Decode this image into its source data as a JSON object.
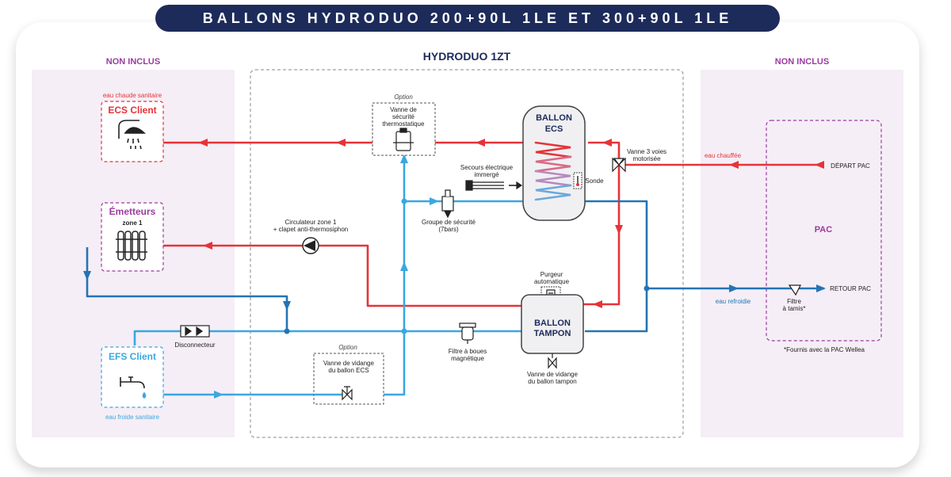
{
  "banner": "BALLONS HYDRODUO 200+90L 1LE ET 300+90L 1LE",
  "sections": {
    "left": "NON INCLUS",
    "center": "HYDRODUO 1ZT",
    "right": "NON INCLUS"
  },
  "left": {
    "ecs_caption": "eau chaude sanitaire",
    "ecs_title": "ECS Client",
    "emetteurs_title": "Émetteurs",
    "emetteurs_zone": "zone 1",
    "efs_title": "EFS Client",
    "efs_caption": "eau froide sanitaire"
  },
  "center": {
    "option1_label": "Option",
    "option1_lines": [
      "Vanne de",
      "sécurité",
      "thermostatique"
    ],
    "ballon_ecs_lines": [
      "BALLON",
      "ECS"
    ],
    "secours_lines": [
      "Secours électrique",
      "immergé"
    ],
    "sonde": "Sonde",
    "vanne3_lines": [
      "Vanne 3 voies",
      "motorisée"
    ],
    "groupe_lines": [
      "Groupe de sécurité",
      "(7bars)"
    ],
    "circulateur_lines": [
      "Circulateur zone 1",
      "+ clapet anti-thermosiphon"
    ],
    "purgeur_lines": [
      "Purgeur",
      "automatique"
    ],
    "ballon_tampon_lines": [
      "BALLON",
      "TAMPON"
    ],
    "filtre_lines": [
      "Filtre à boues",
      "magnétique"
    ],
    "vidange_tampon_lines": [
      "Vanne de vidange",
      "du ballon tampon"
    ],
    "disconnecteur": "Disconnecteur",
    "option2_label": "Option",
    "option2_lines": [
      "Vanne de vidange",
      "du ballon ECS"
    ]
  },
  "right": {
    "eau_chauffee": "eau chauffée",
    "depart_pac": "DÉPART PAC",
    "pac": "PAC",
    "eau_refroidie": "eau refroidie",
    "filtre_lines": [
      "Filtre",
      "à tamis*"
    ],
    "retour_pac": "RETOUR PAC",
    "footnote": "*Fournis avec la PAC Wellea"
  },
  "colors": {
    "hot": "#e63338",
    "cold": "#3aa7e0",
    "return": "#2474b5",
    "purple": "#9c3aa0",
    "panel": "#f5eef6",
    "navy": "#1d2b5a"
  }
}
